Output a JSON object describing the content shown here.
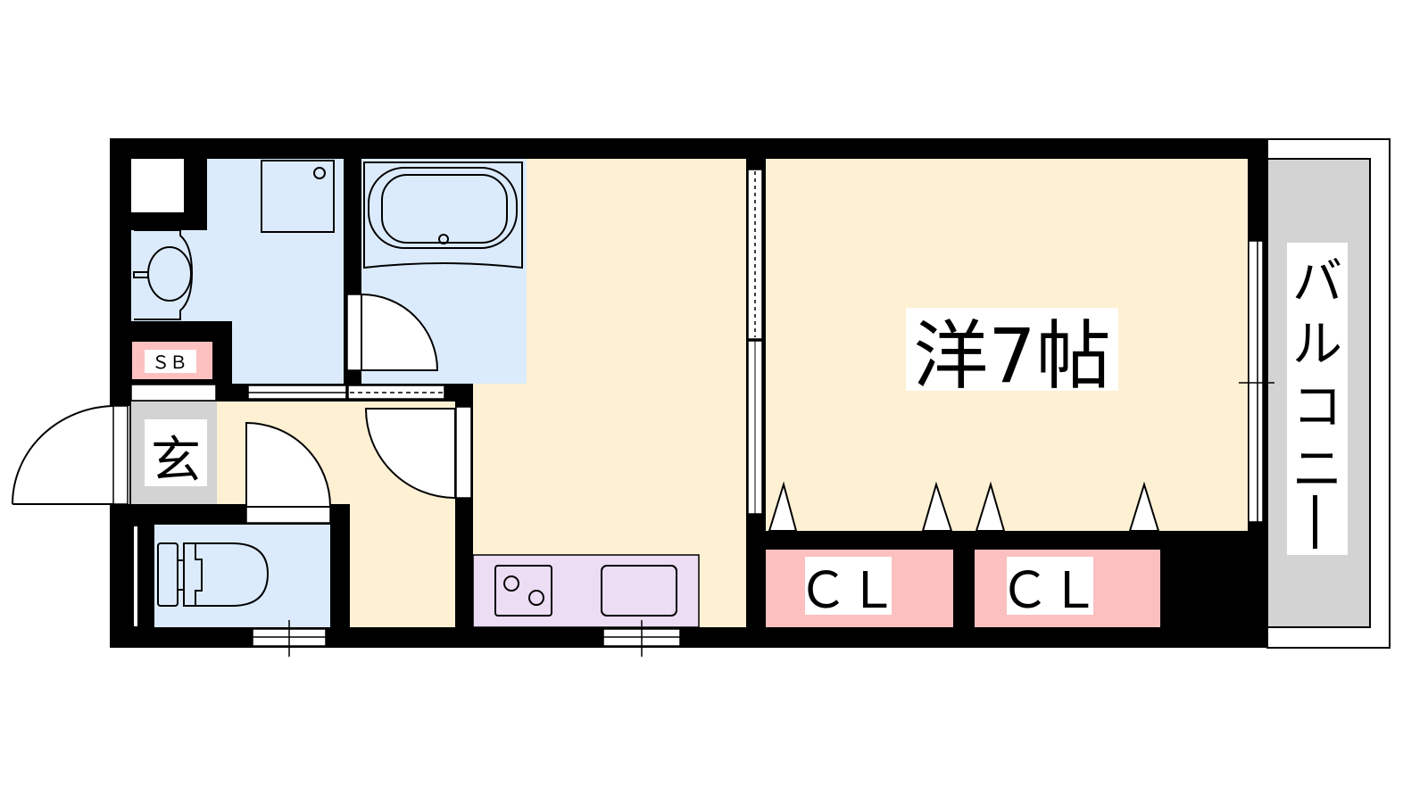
{
  "floor_plan": {
    "rooms": {
      "western_room": "洋7帖",
      "entrance": "玄",
      "shoe_box": "ＳＢ",
      "closet_1": "ＣＬ",
      "closet_2": "ＣＬ",
      "balcony_chars": [
        "バ",
        "ル",
        "コ",
        "ニ",
        "ー"
      ]
    },
    "colors": {
      "wall": "#000000",
      "living_floor": "#fdf0d3",
      "wet_area": "#dcebfc",
      "closet": "#fcc0c0",
      "kitchen": "#ecdcf4",
      "balcony": "#d3d3d3",
      "entrance": "#d3d3d3"
    }
  }
}
